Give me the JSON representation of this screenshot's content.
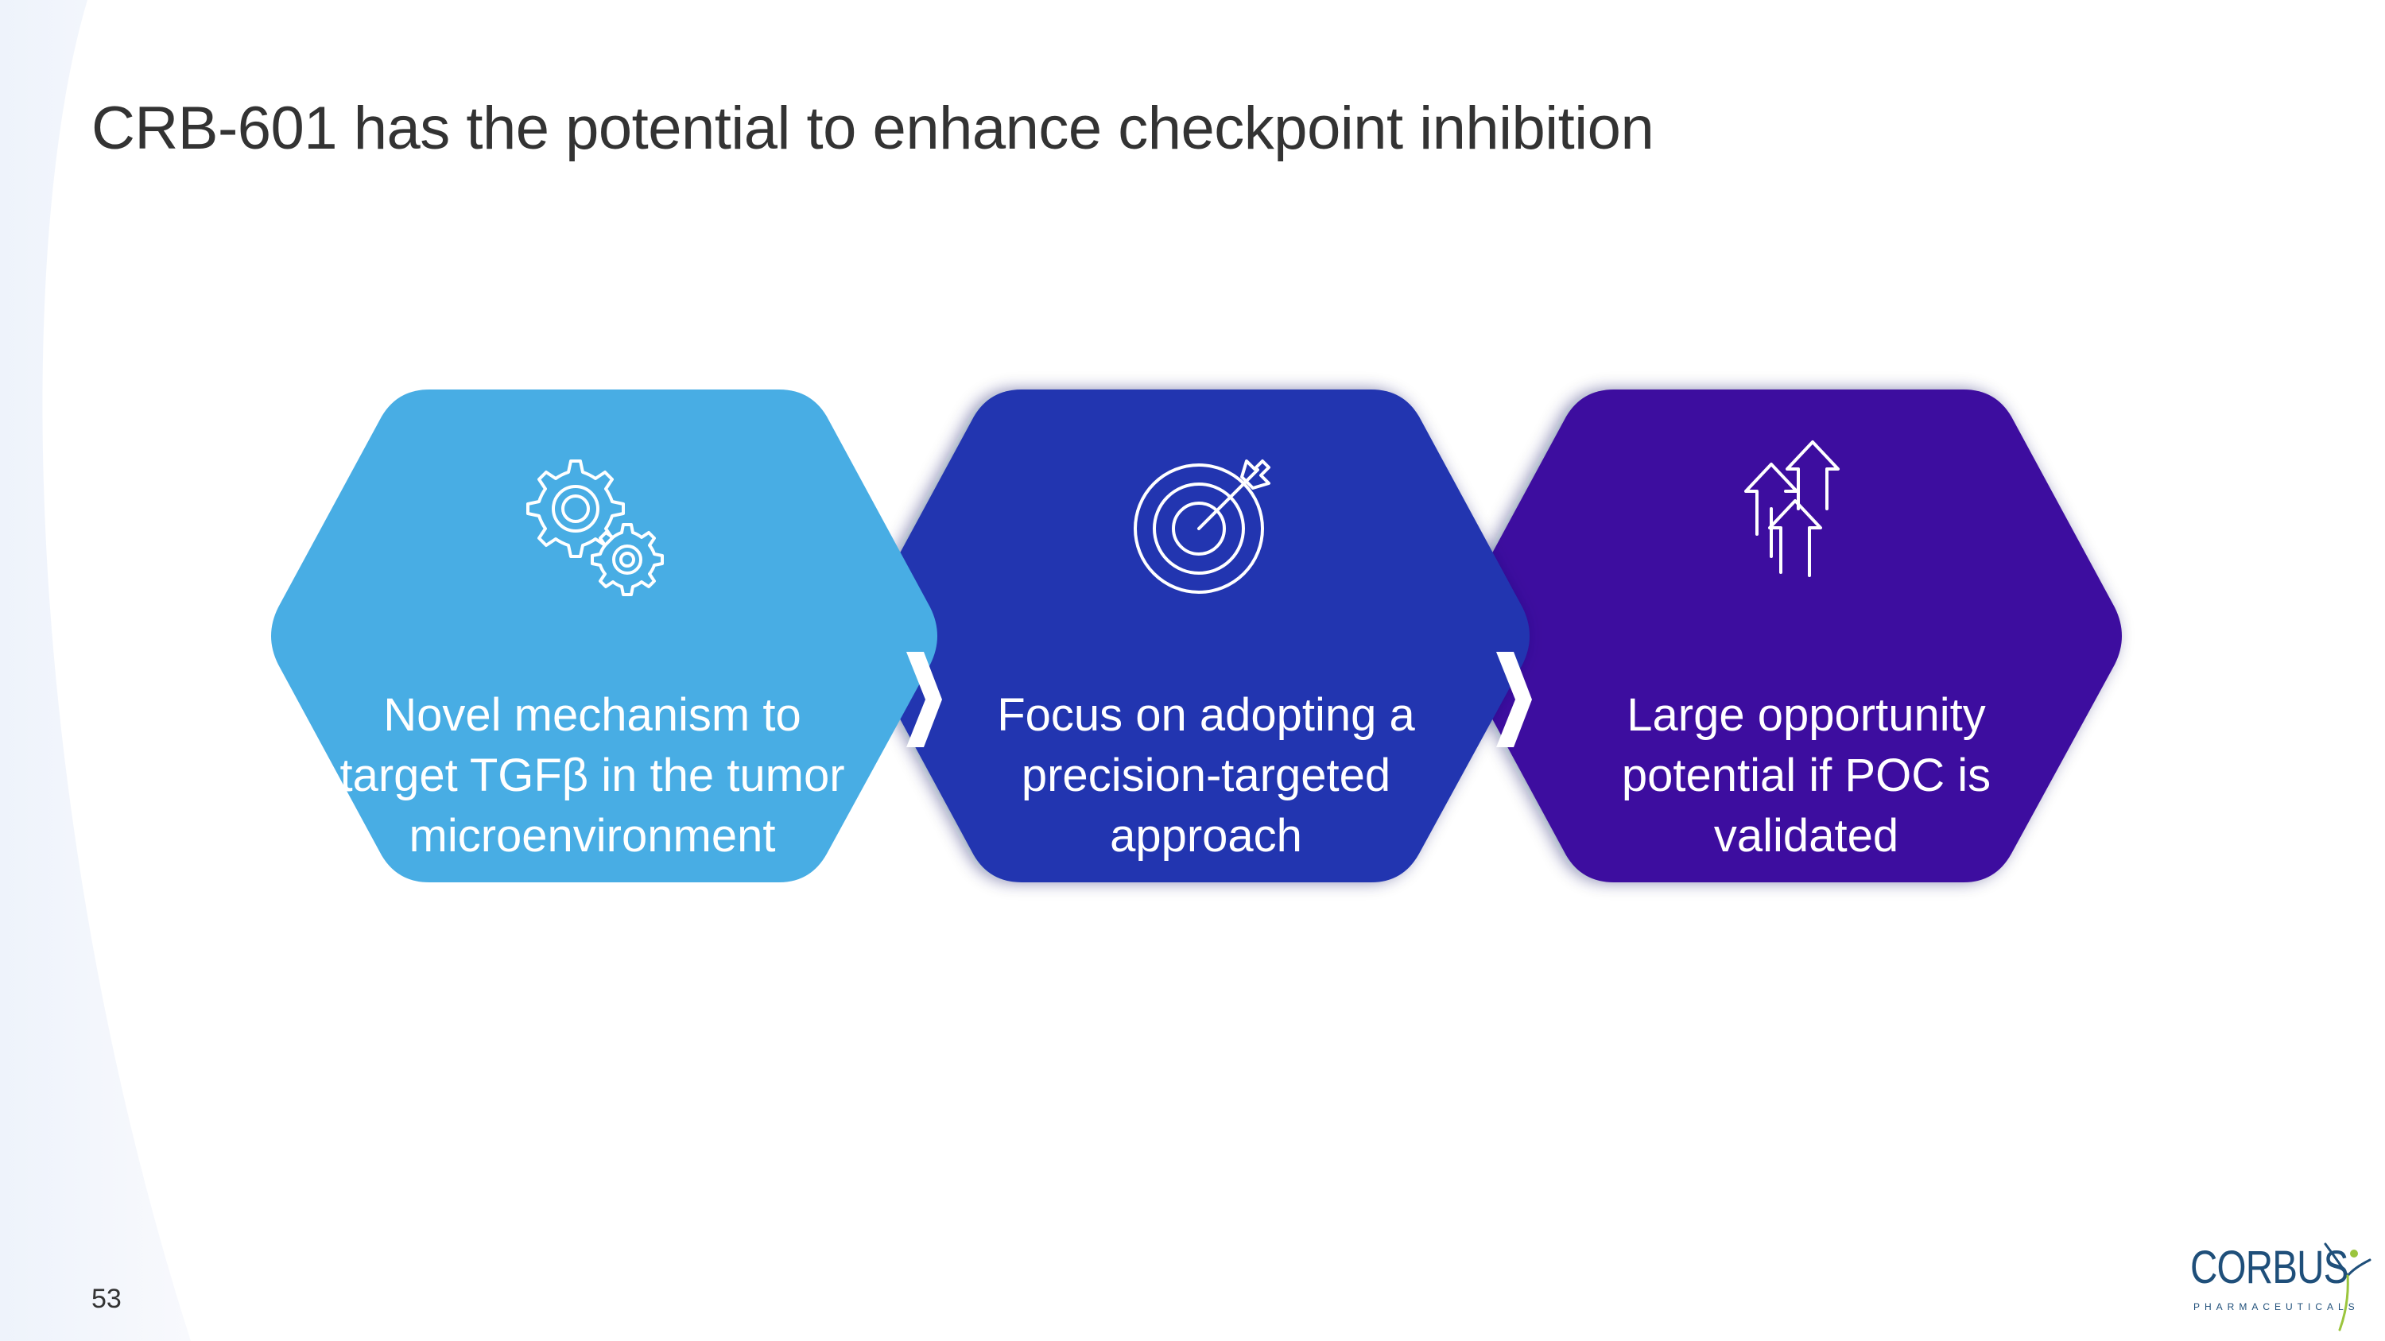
{
  "slide": {
    "title": "CRB-601 has the potential to enhance checkpoint inhibition",
    "page_number": "53"
  },
  "diagram": {
    "steps": [
      {
        "icon": "gears-icon",
        "color": "#48ade4",
        "lines": [
          "Novel mechanism to",
          "target TGFβ in the tumor",
          "microenvironment"
        ]
      },
      {
        "icon": "target-icon",
        "color": "#2136b0",
        "lines": [
          "Focus on adopting a",
          "precision-targeted",
          "approach"
        ]
      },
      {
        "icon": "arrows-up-icon",
        "color": "#3e109f",
        "lines": [
          "Large opportunity",
          "potential if POC is",
          "validated"
        ]
      }
    ],
    "connector_icon": "chevron-right-icon"
  },
  "logo": {
    "name": "CORBUS",
    "subtitle": "PHARMACEUTICALS",
    "accent_color": "#9bc53d",
    "brand_color": "#1f4f7a"
  }
}
